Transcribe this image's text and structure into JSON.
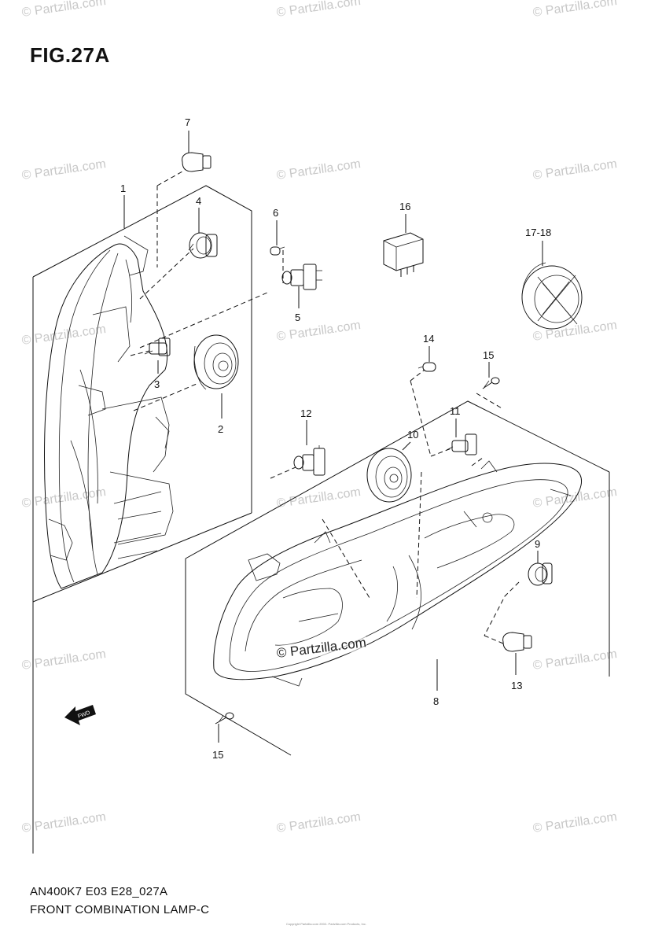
{
  "figure": {
    "title": "FIG.27A",
    "code": "AN400K7 E03 E28_027A",
    "caption": "FRONT COMBINATION LAMP-C",
    "copyright": "Copyright\nPartzilla.com 2002- Partzilla.com Products, Inc."
  },
  "watermark": {
    "text": "© Partzilla.com",
    "center_text": "© Partzilla.com"
  },
  "fwd_arrow": {
    "label": "FWD"
  },
  "callouts": [
    {
      "id": "c1",
      "label": "1"
    },
    {
      "id": "c2",
      "label": "2"
    },
    {
      "id": "c3",
      "label": "3"
    },
    {
      "id": "c4",
      "label": "4"
    },
    {
      "id": "c5",
      "label": "5"
    },
    {
      "id": "c6",
      "label": "6"
    },
    {
      "id": "c7",
      "label": "7"
    },
    {
      "id": "c8",
      "label": "8"
    },
    {
      "id": "c9",
      "label": "9"
    },
    {
      "id": "c10",
      "label": "10"
    },
    {
      "id": "c11",
      "label": "11"
    },
    {
      "id": "c12",
      "label": "12"
    },
    {
      "id": "c13",
      "label": "13"
    },
    {
      "id": "c14",
      "label": "14"
    },
    {
      "id": "c15a",
      "label": "15"
    },
    {
      "id": "c15b",
      "label": "15"
    },
    {
      "id": "c16",
      "label": "16"
    },
    {
      "id": "c1718",
      "label": "17-18"
    }
  ]
}
